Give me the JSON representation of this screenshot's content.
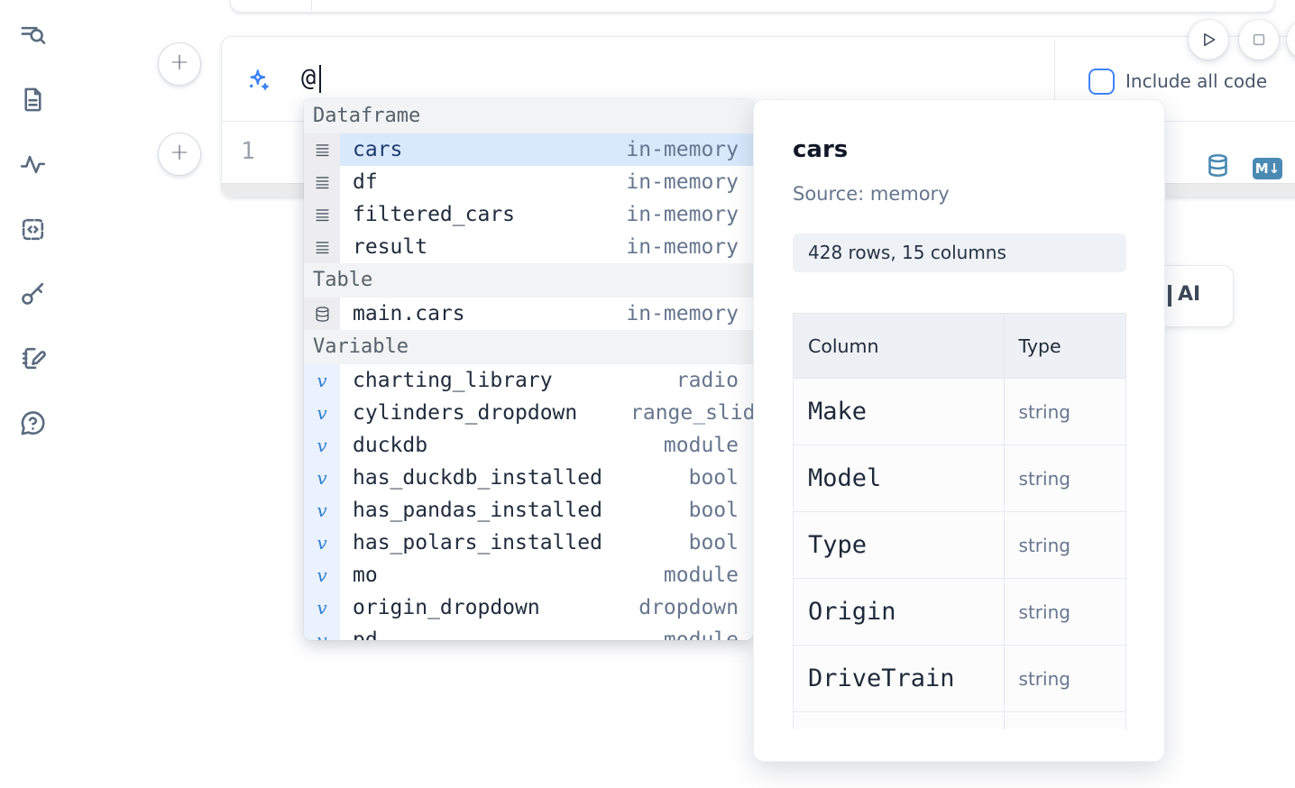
{
  "sidebar": {
    "icons": [
      {
        "id": "toc-search-icon"
      },
      {
        "id": "file-document-icon"
      },
      {
        "id": "activity-tracer-icon"
      },
      {
        "id": "code-snippets-icon"
      },
      {
        "id": "secrets-key-icon"
      },
      {
        "id": "scratchpad-notebook-icon"
      },
      {
        "id": "help-chat-icon"
      }
    ]
  },
  "toolbar": {
    "run_button": "play",
    "stop_button": "stop",
    "include_all_code_label": "Include all code",
    "include_all_code_checked": false
  },
  "prompt": {
    "value": "@",
    "sparkle_icon": "ai-sparkle-icon"
  },
  "editor": {
    "line_number": "1",
    "add_cell_button": "+",
    "output_icons": [
      "database-icon",
      "markdown-export-icon"
    ],
    "markdown_badge_label": "M↓"
  },
  "ai_generate_button": {
    "label": "AI"
  },
  "autocomplete": {
    "sections": [
      {
        "label": "Dataframe",
        "items": [
          {
            "icon": "rows-icon",
            "name": "cars",
            "type": "in-memory",
            "selected": true
          },
          {
            "icon": "rows-icon",
            "name": "df",
            "type": "in-memory"
          },
          {
            "icon": "rows-icon",
            "name": "filtered_cars",
            "type": "in-memory"
          },
          {
            "icon": "rows-icon",
            "name": "result",
            "type": "in-memory"
          }
        ]
      },
      {
        "label": "Table",
        "items": [
          {
            "icon": "database-icon",
            "name": "main.cars",
            "type": "in-memory"
          }
        ]
      },
      {
        "label": "Variable",
        "items": [
          {
            "icon": "variable-icon",
            "name": "charting_library",
            "type": "radio"
          },
          {
            "icon": "variable-icon",
            "name": "cylinders_dropdown",
            "type": "range_slider",
            "clipped": true
          },
          {
            "icon": "variable-icon",
            "name": "duckdb",
            "type": "module"
          },
          {
            "icon": "variable-icon",
            "name": "has_duckdb_installed",
            "type": "bool"
          },
          {
            "icon": "variable-icon",
            "name": "has_pandas_installed",
            "type": "bool"
          },
          {
            "icon": "variable-icon",
            "name": "has_polars_installed",
            "type": "bool"
          },
          {
            "icon": "variable-icon",
            "name": "mo",
            "type": "module"
          },
          {
            "icon": "variable-icon",
            "name": "origin_dropdown",
            "type": "dropdown"
          },
          {
            "icon": "variable-icon",
            "name": "pd",
            "type": "module"
          }
        ]
      }
    ]
  },
  "detail_card": {
    "title": "cars",
    "source": "Source: memory",
    "badge": "428 rows, 15 columns",
    "table": {
      "headers": [
        "Column",
        "Type"
      ],
      "rows": [
        {
          "column": "Make",
          "type": "string"
        },
        {
          "column": "Model",
          "type": "string"
        },
        {
          "column": "Type",
          "type": "string"
        },
        {
          "column": "Origin",
          "type": "string"
        },
        {
          "column": "DriveTrain",
          "type": "string"
        },
        {
          "column": "",
          "type": ""
        }
      ]
    }
  },
  "colors": {
    "accent_blue": "#3F83F8",
    "steel_blue": "#4a8ab3",
    "selected_row_bg": "#d8e9fc",
    "section_header_bg": "#f1f3f4",
    "console_strip": "#ececec"
  }
}
